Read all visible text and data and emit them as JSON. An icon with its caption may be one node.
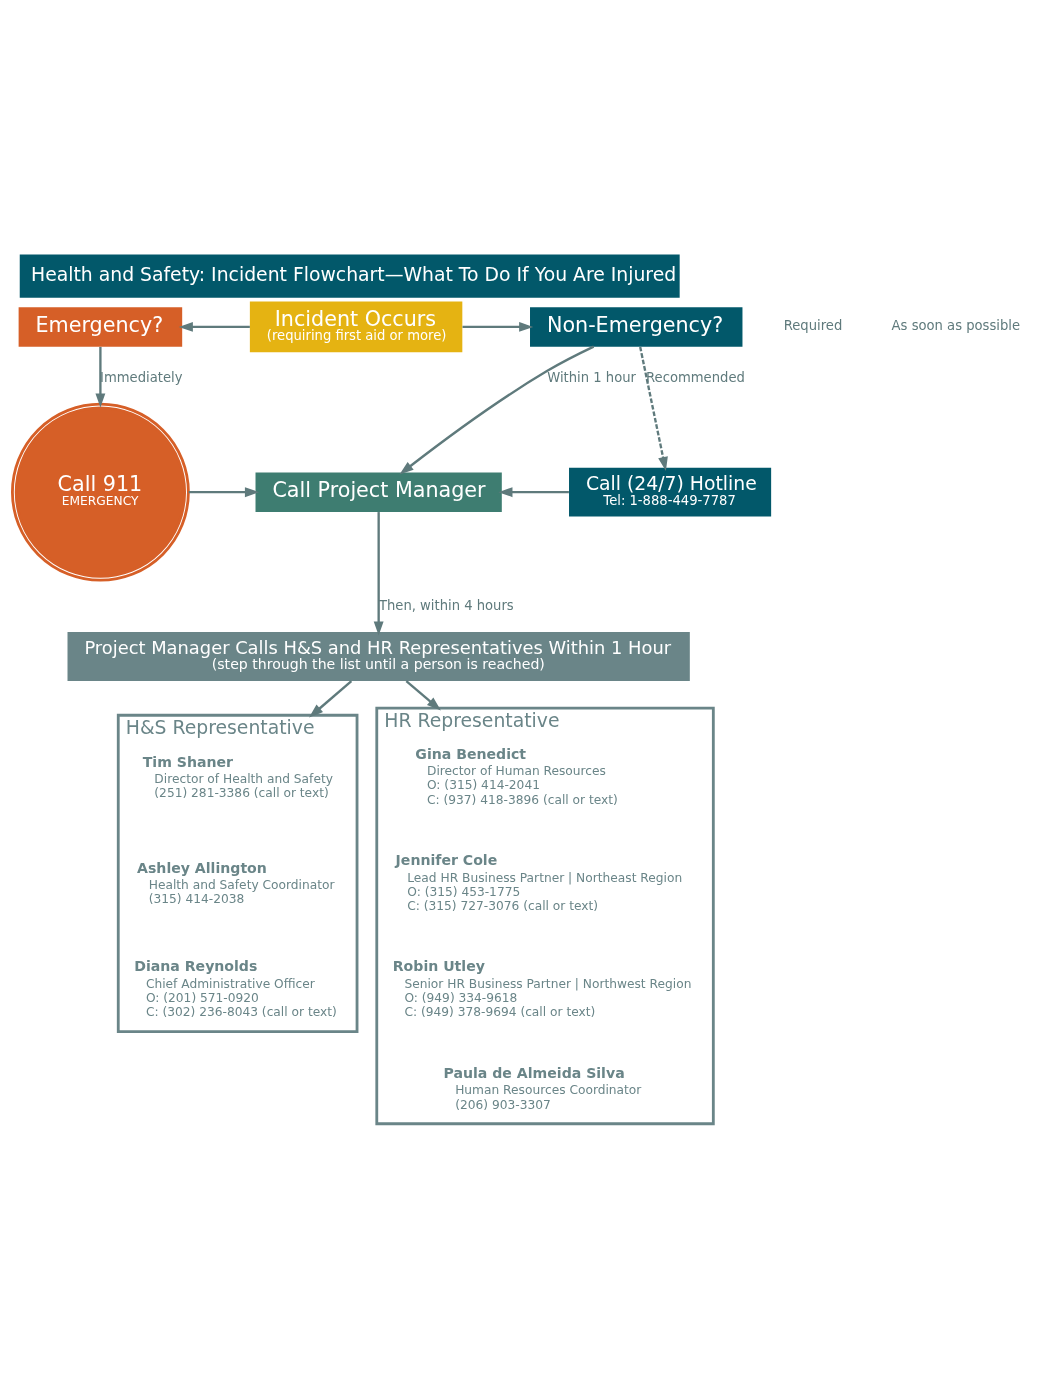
{
  "diagram": {
    "title": "Health and Safety: Incident Flowchart—What To Do If You Are Injured",
    "nodes": [
      {
        "text": [
          "Emergency?"
        ]
      },
      {
        "text": [
          "Incident Occurs",
          "(requiring first aid or more)"
        ]
      },
      {
        "text": [
          "Non-Emergency?"
        ]
      },
      {
        "text": [
          "Call 911",
          "EMERGENCY"
        ]
      },
      {
        "text": [
          "Call Project Manager"
        ]
      },
      {
        "text": [
          "Call (24/7) Hotline",
          "Tel: 1-888-449-7787"
        ]
      },
      {
        "text": [
          "Project Manager Calls H&S and HR Representatives Within 1 Hour",
          "(step through the list until a person is reached)"
        ]
      },
      {
        "text": [
          "H&S Representative"
        ]
      },
      {
        "text": [
          "Tim Shaner",
          "Director of Health and Safety",
          "(251) 281-3386 (call or text)"
        ],
        "in": 7
      },
      {
        "text": [
          "Ashley Allington",
          "Health and Safety Coordinator",
          "(315) 414-2038"
        ],
        "in": 7
      },
      {
        "text": [
          "Diana Reynolds",
          "Chief Administrative Officer",
          "O: (201) 571-0920",
          "C: (302) 236-8043 (call or text)"
        ],
        "in": 7
      },
      {
        "text": [
          "HR Representative"
        ]
      },
      {
        "text": [
          "Gina Benedict",
          "Director of Human Resources",
          "O: (315) 414-2041",
          "C: (937) 418-3896 (call or text)"
        ],
        "in": 11
      },
      {
        "text": [
          "Jennifer Cole",
          "Lead HR Business Partner | Northeast Region",
          "O: (315) 453-1775",
          "C: (315) 727-3076 (call or text)"
        ],
        "in": 11
      },
      {
        "text": [
          "Robin Utley",
          "Senior HR Business Partner | Northwest Region",
          "O: (949) 334-9618",
          "C: (949) 378-9694 (call or text)"
        ],
        "in": 11
      },
      {
        "text": [
          "Paula de Almeida Silva",
          "Human Resources Coordinator",
          "(206) 903-3307"
        ],
        "in": 11
      }
    ],
    "edges": [
      {
        "from": 1,
        "to": 0,
        "arrow": "to"
      },
      {
        "from": 1,
        "to": 2,
        "arrow": "to"
      },
      {
        "from": 0,
        "to": 3,
        "arrow": "to",
        "label": "Immediately"
      },
      {
        "from": 2,
        "to": 4,
        "arrow": "to",
        "label": "Within 1 hour"
      },
      {
        "from": 2,
        "to": 5,
        "arrow": "to",
        "label": "Recommended",
        "style": "dashed"
      },
      {
        "from": 3,
        "to": 4,
        "arrow": "to"
      },
      {
        "from": 5,
        "to": 4,
        "arrow": "to"
      },
      {
        "from": 4,
        "to": 6,
        "arrow": "to",
        "label": "Then, within 4 hours"
      },
      {
        "from": 6,
        "to": 7,
        "arrow": "to"
      },
      {
        "from": 6,
        "to": 11,
        "arrow": "to"
      }
    ],
    "labels": [
      "Required",
      "As soon as possible"
    ]
  }
}
